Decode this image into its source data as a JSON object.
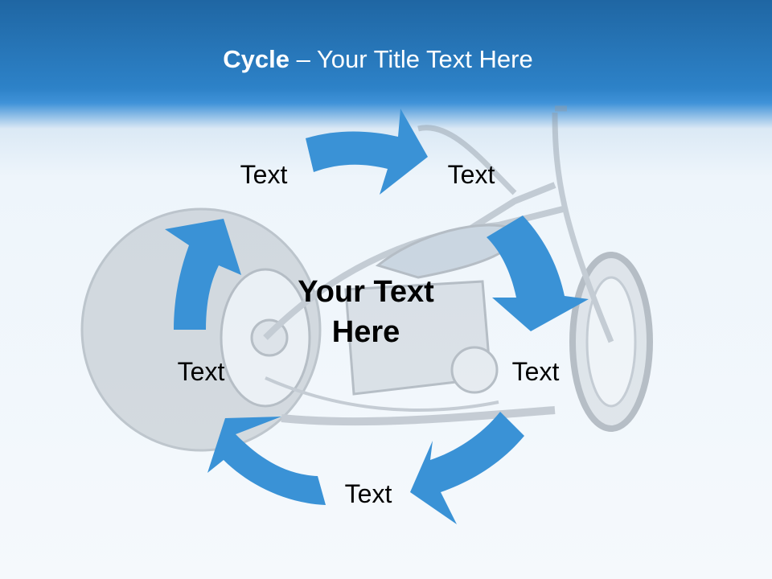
{
  "title": {
    "bold": "Cycle",
    "rest": " – Your Title Text Here"
  },
  "center_text": [
    "Your Text",
    "Here"
  ],
  "nodes": [
    "Text",
    "Text",
    "Text",
    "Text",
    "Text"
  ],
  "colors": {
    "arrow": "#3a92d6",
    "header": "#2a7cc2",
    "bike": "#b8c4cf"
  }
}
